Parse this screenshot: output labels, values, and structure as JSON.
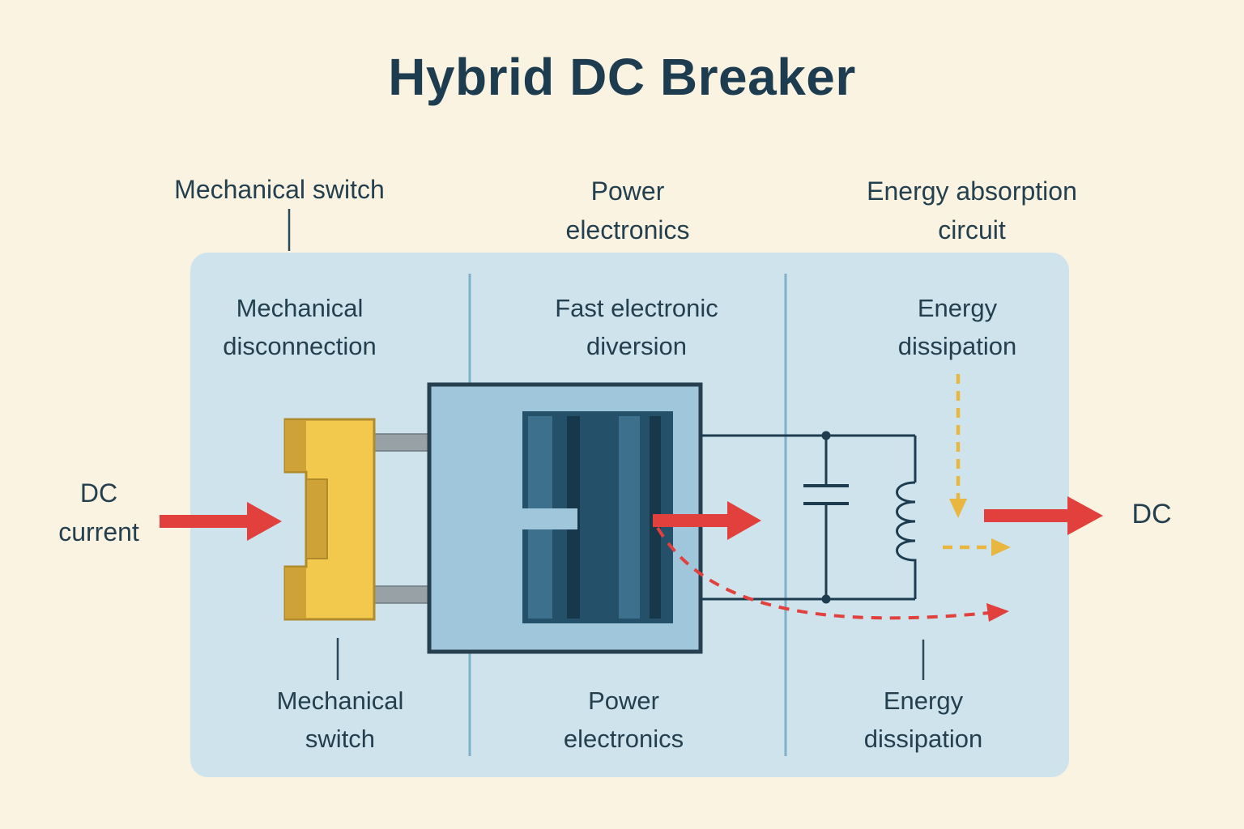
{
  "title": "Hybrid DC Breaker",
  "top_labels": {
    "mechanical_switch": "Mechanical switch",
    "power_electronics": "Power\nelectronics",
    "energy_absorption": "Energy absorption\ncircuit"
  },
  "section_headers": {
    "left": "Mechanical\ndisconnection",
    "center": "Fast electronic\ndiversion",
    "right": "Energy\ndissipation"
  },
  "bottom_labels": {
    "left": "Mechanical\nswitch",
    "center": "Power\nelectronics",
    "right": "Energy\ndissipation"
  },
  "io_labels": {
    "input": "DC\ncurrent",
    "output": "DC"
  },
  "colors": {
    "background": "#faf3e2",
    "panel": "#cfe3ed",
    "divider": "#7fb0c8",
    "text": "#24404f",
    "title_text": "#1d3c50",
    "arrow_red": "#e2403c",
    "dashed_yellow": "#e9b73f",
    "switch_yellow": "#f2c94c",
    "switch_gold": "#cfa238",
    "terminal_gray": "#97a1a6",
    "pe_outer_blue": "#9fc6da",
    "pe_inner_navy": "#24506a",
    "wire_navy": "#1d3c50"
  },
  "icons": {
    "capacitor": "capacitor-symbol",
    "inductor": "inductor-symbol",
    "mechanical_switch": "mechanical-switch-contact",
    "power_electronics": "power-electronics-module"
  }
}
